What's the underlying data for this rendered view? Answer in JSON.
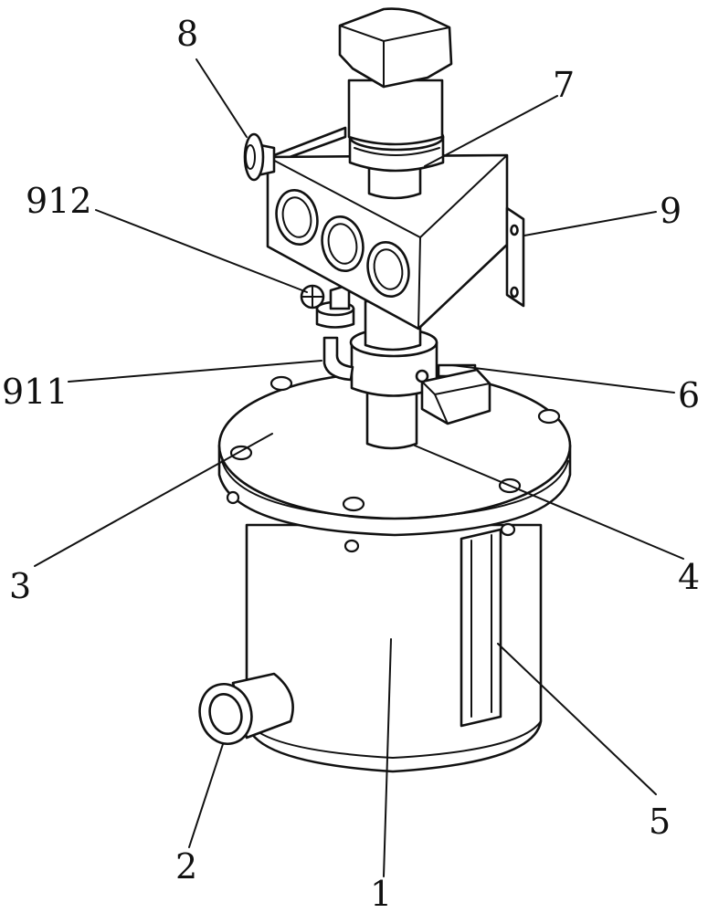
{
  "callouts": {
    "c1": "1",
    "c2": "2",
    "c3": "3",
    "c4": "4",
    "c5": "5",
    "c6": "6",
    "c7": "7",
    "c8": "8",
    "c9": "9",
    "c911": "911",
    "c912": "912"
  }
}
